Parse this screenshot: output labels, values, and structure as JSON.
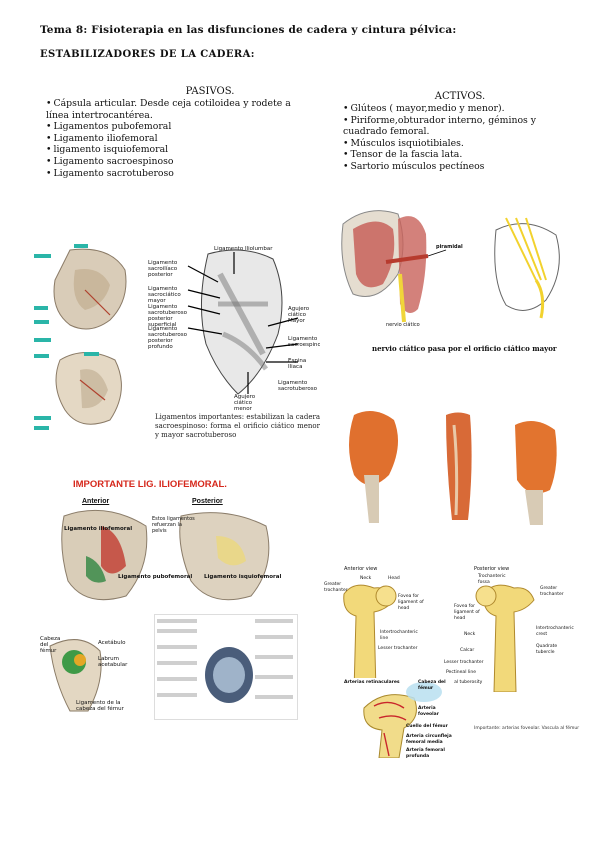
{
  "header": {
    "title": "Tema 8: Fisioterapia en las disfunciones de cadera y cintura pélvica:",
    "subtitle": "ESTABILIZADORES DE LA CADERA:"
  },
  "pasivos": {
    "heading": "PASIVOS.",
    "items": [
      "Cápsula articular. Desde ceja cotiloidea y rodete a línea intertrocantérea.",
      "Ligamentos pubofemoral",
      "Ligamento iliofemoral",
      "ligamento isquiofemoral",
      "Ligamento sacroespinoso",
      "Ligamento sacrotuberoso"
    ]
  },
  "activos": {
    "heading": "ACTIVOS.",
    "items": [
      "Glúteos ( mayor,medio y menor).",
      "Piriforme,obturador interno, géminos y cuadrado femoral.",
      "Músculos isquiotibiales.",
      "Tensor de la fascia lata.",
      "Sartorio músculos pectíneos"
    ]
  },
  "figures": {
    "sacro_caption": "Ligamentos importantes: estabilizan la cadera sacroespinoso: forma el orificio ciático menor y mayor sacrotuberoso",
    "sacro_labels": {
      "l1": "Ligamento Iliolumbar",
      "l2": "Ligamento sacroilíaco posterior",
      "l3": "Ligamento sacrociático mayor",
      "l4": "Ligamento sacrotuberoso posterior superficial",
      "l5": "Ligamento sacrotuberoso posterior profundo",
      "l6": "Agujero ciático Mayor",
      "l7": "Ligamento sacroespinoso",
      "l8": "Espina Iliaca",
      "l9": "Agujero ciático menor",
      "l10": "Ligamento sacrotuberoso"
    },
    "nerve_caption": "nervio ciático pasa por el orificio ciático mayor",
    "glute_labels": {
      "piramidal": "piramidal",
      "nervio": "nervio ciático"
    },
    "ilio_heading": "IMPORTANTE LIG. ILIOFEMORAL.",
    "ilio_anterior": "Anterior",
    "ilio_posterior": "Posterior",
    "ilio_note": "Estos ligamentos refuerzan la pelvis",
    "ilio_labels": {
      "a": "Ligamento iliofemoral",
      "b": "Ligamento pubofemoral",
      "c": "Ligamento isquiofemoral"
    },
    "head_labels": {
      "a": "Cabeza del fémur",
      "b": "Acetábulo",
      "c": "Labrum acetabular",
      "d": "Ligamento de la cabeza del fémur"
    },
    "femur_anterior": "Anterior view",
    "femur_posterior": "Posterior view",
    "femur_labels": {
      "neck": "Neck",
      "head": "Head",
      "gt": "Greater trochanter",
      "lt": "Lesser trochanter",
      "il": "Intertrochanteric line",
      "fovea": "Fovea for ligament of head",
      "ic": "Intertrochanteric crest",
      "qt": "Quadrate tubercle",
      "gtub": "Gluteal tuberosity",
      "pl": "Pectineal line",
      "calcar": "Calcar",
      "tf": "Trochanteric fossa"
    },
    "vessel_labels": {
      "a": "Arterias retinaculares",
      "b": "Cabeza del fémur",
      "c": "Arteria foveolar",
      "d": "Cuello del fémur",
      "e": "Arteria circunfleja femoral media",
      "f": "Arteria femoral profunda"
    },
    "vessel_note": "Importante: arterias foveolar. Vascula al fémur"
  }
}
